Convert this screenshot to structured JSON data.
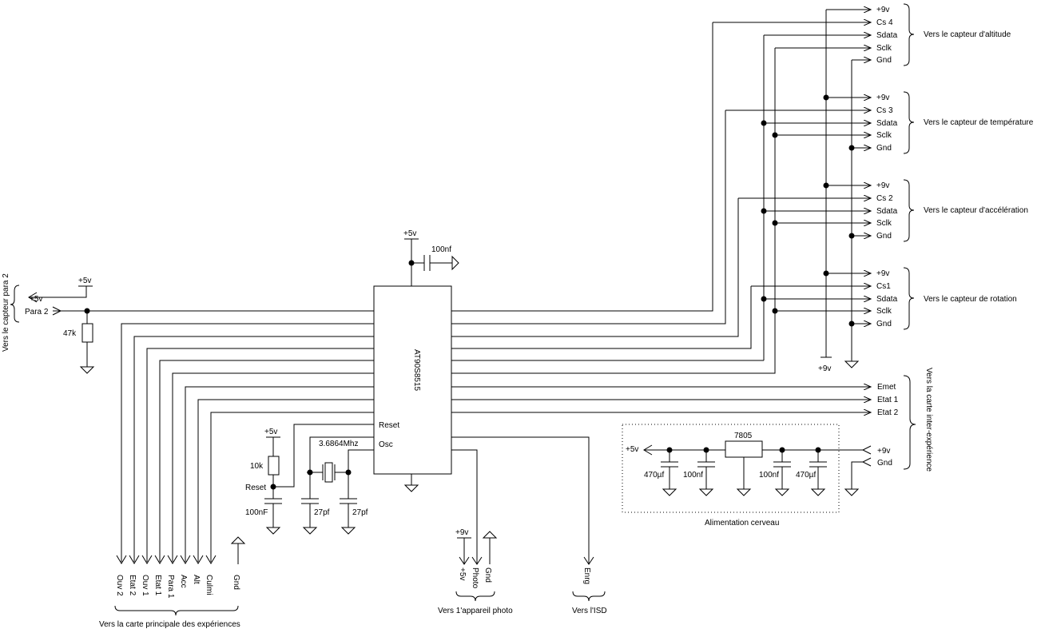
{
  "chip": {
    "name": "AT90S8515",
    "reset": "Reset",
    "osc": "Osc"
  },
  "sensors": [
    {
      "title": "Vers le capteur d'altitude",
      "pins": [
        "+9v",
        "Cs 4",
        "Sdata",
        "Sclk",
        "Gnd"
      ]
    },
    {
      "title": "Vers le capteur de température",
      "pins": [
        "+9v",
        "Cs 3",
        "Sdata",
        "Sclk",
        "Gnd"
      ]
    },
    {
      "title": "Vers le capteur d'accélération",
      "pins": [
        "+9v",
        "Cs 2",
        "Sdata",
        "Sclk",
        "Gnd"
      ]
    },
    {
      "title": "Vers le capteur de rotation",
      "pins": [
        "+9v",
        "Cs1",
        "Sdata",
        "Sclk",
        "Gnd"
      ]
    }
  ],
  "rail_label": "+9v",
  "inter": {
    "pins": [
      "Emet",
      "Etat 1",
      "Etat 2"
    ],
    "title": "Vers la carte inter-expérience"
  },
  "top_decoupling": {
    "supply": "+5v",
    "cap": "100nf"
  },
  "para2": {
    "supply_top": "+5v",
    "supply": "+5v",
    "signal": "Para 2",
    "resistor": "47k",
    "title": "Vers le capteur para 2"
  },
  "bottom_bus": {
    "pins": [
      "Ouv 2",
      "Etat 2",
      "Ouv 1",
      "Etat 1",
      "Para 1",
      "Acc",
      "Alt",
      "Culmi",
      "Gnd"
    ],
    "title": "Vers la carte principale des expériences"
  },
  "reset_circuit": {
    "supply": "+5v",
    "resistor": "10k",
    "node": "Reset",
    "cap": "100nF"
  },
  "oscillator": {
    "crystal": "3.6864Mhz",
    "cap_left": "27pf",
    "cap_right": "27pf"
  },
  "photo": {
    "supply": "+9v",
    "pins": [
      "+5v",
      "Photo",
      "Gnd"
    ],
    "title": "Vers 1'appareil photo"
  },
  "isd": {
    "pin": "Enrg",
    "title": "Vers l'ISD"
  },
  "power_supply": {
    "title": "Alimentation cerveau",
    "regulator": "7805",
    "out": "+5v",
    "in": "+9v",
    "gnd": "Gnd",
    "caps": [
      "470µf",
      "100nf",
      "100nf",
      "470µf"
    ]
  }
}
